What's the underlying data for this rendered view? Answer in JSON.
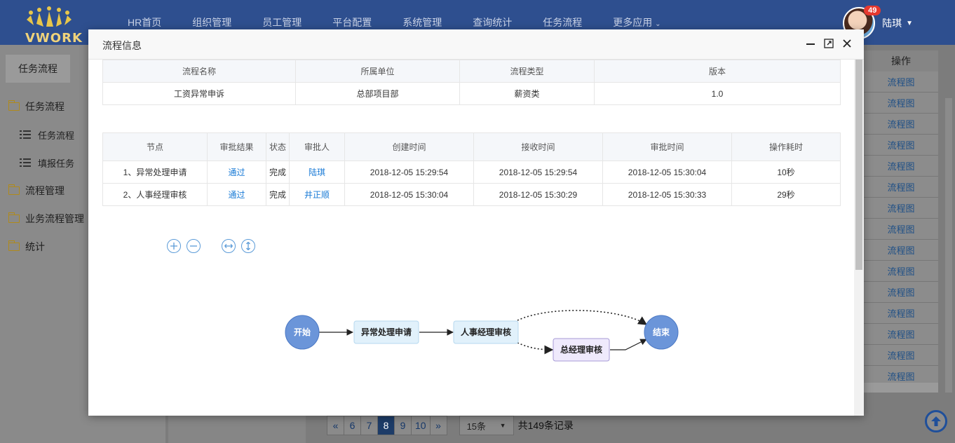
{
  "app": {
    "logo_text": "VWORK",
    "nav": [
      "HR首页",
      "组织管理",
      "员工管理",
      "平台配置",
      "系统管理",
      "查询统计",
      "任务流程",
      "更多应用"
    ],
    "user": {
      "name": "陆琪",
      "badge": "49"
    }
  },
  "sidebar": {
    "tab": "任务流程",
    "items": [
      {
        "label": "任务流程",
        "type": "folder"
      },
      {
        "label": "任务流程",
        "type": "sub"
      },
      {
        "label": "填报任务",
        "type": "sub"
      },
      {
        "label": "流程管理",
        "type": "folder"
      },
      {
        "label": "业务流程管理",
        "type": "folder"
      },
      {
        "label": "统计",
        "type": "folder"
      }
    ]
  },
  "right_table": {
    "header": "操作",
    "link_label": "流程图",
    "row_count": 15
  },
  "pager": {
    "prev": "«",
    "pages": [
      "6",
      "7",
      "8",
      "9",
      "10"
    ],
    "active": "8",
    "next": "»",
    "page_size": "15条",
    "total": "共149条记录"
  },
  "modal": {
    "title": "流程信息",
    "info_table": {
      "headers": [
        "流程名称",
        "所属单位",
        "流程类型",
        "版本"
      ],
      "row": [
        "工资异常申诉",
        "总部项目部",
        "薪资类",
        "1.0"
      ]
    },
    "node_table": {
      "headers": [
        "节点",
        "审批结果",
        "状态",
        "审批人",
        "创建时间",
        "接收时间",
        "审批时间",
        "操作耗时"
      ],
      "rows": [
        [
          "1、异常处理申请",
          "通过",
          "完成",
          "陆琪",
          "2018-12-05 15:29:54",
          "2018-12-05 15:29:54",
          "2018-12-05 15:30:04",
          "10秒"
        ],
        [
          "2、人事经理审核",
          "通过",
          "完成",
          "井正顺",
          "2018-12-05 15:30:04",
          "2018-12-05 15:30:29",
          "2018-12-05 15:30:33",
          "29秒"
        ]
      ]
    },
    "flow": {
      "start": "开始",
      "end": "结束",
      "nodes": [
        "异常处理申请",
        "人事经理审核",
        "总经理审核"
      ]
    }
  },
  "colors": {
    "accent": "#1a7bd6",
    "start_end": "#6b95d9",
    "done_node": "#e1f1fb",
    "pending_node": "#efeafc"
  }
}
